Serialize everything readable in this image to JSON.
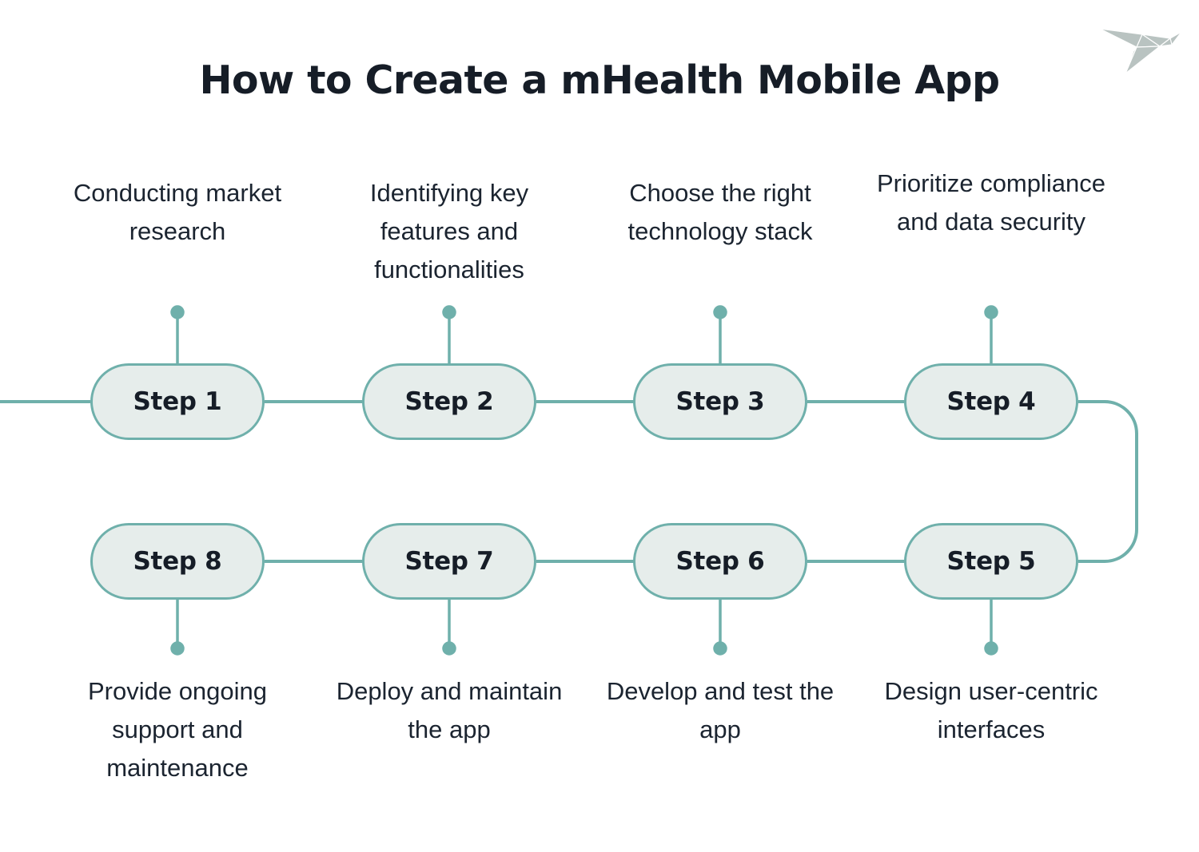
{
  "header": {
    "title": "How to Create a mHealth Mobile App",
    "logo": "origami-bird-logo"
  },
  "theme": {
    "accent": "#6fb0ab",
    "pill_fill": "#e6edeb",
    "text": "#161d27",
    "logo_color": "#b9c3c1",
    "background": "#ffffff"
  },
  "diagram": {
    "type": "serpentine-flow",
    "rows": 2,
    "columns": 4,
    "steps": [
      {
        "id": "step-1",
        "label": "Step 1",
        "caption": "Conducting market research",
        "row": "top",
        "col": 1,
        "caption_side": "above"
      },
      {
        "id": "step-2",
        "label": "Step 2",
        "caption": "Identifying key features and functionalities",
        "row": "top",
        "col": 2,
        "caption_side": "above"
      },
      {
        "id": "step-3",
        "label": "Step 3",
        "caption": "Choose the right technology stack",
        "row": "top",
        "col": 3,
        "caption_side": "above"
      },
      {
        "id": "step-4",
        "label": "Step 4",
        "caption": "Prioritize compliance and data security",
        "row": "top",
        "col": 4,
        "caption_side": "above"
      },
      {
        "id": "step-5",
        "label": "Step 5",
        "caption": "Design user-centric interfaces",
        "row": "bottom",
        "col": 4,
        "caption_side": "below"
      },
      {
        "id": "step-6",
        "label": "Step 6",
        "caption": "Develop and test the app",
        "row": "bottom",
        "col": 3,
        "caption_side": "below"
      },
      {
        "id": "step-7",
        "label": "Step 7",
        "caption": "Deploy and maintain the app",
        "row": "bottom",
        "col": 2,
        "caption_side": "below"
      },
      {
        "id": "step-8",
        "label": "Step 8",
        "caption": "Provide ongoing support and maintenance",
        "row": "bottom",
        "col": 1,
        "caption_side": "below"
      }
    ]
  }
}
